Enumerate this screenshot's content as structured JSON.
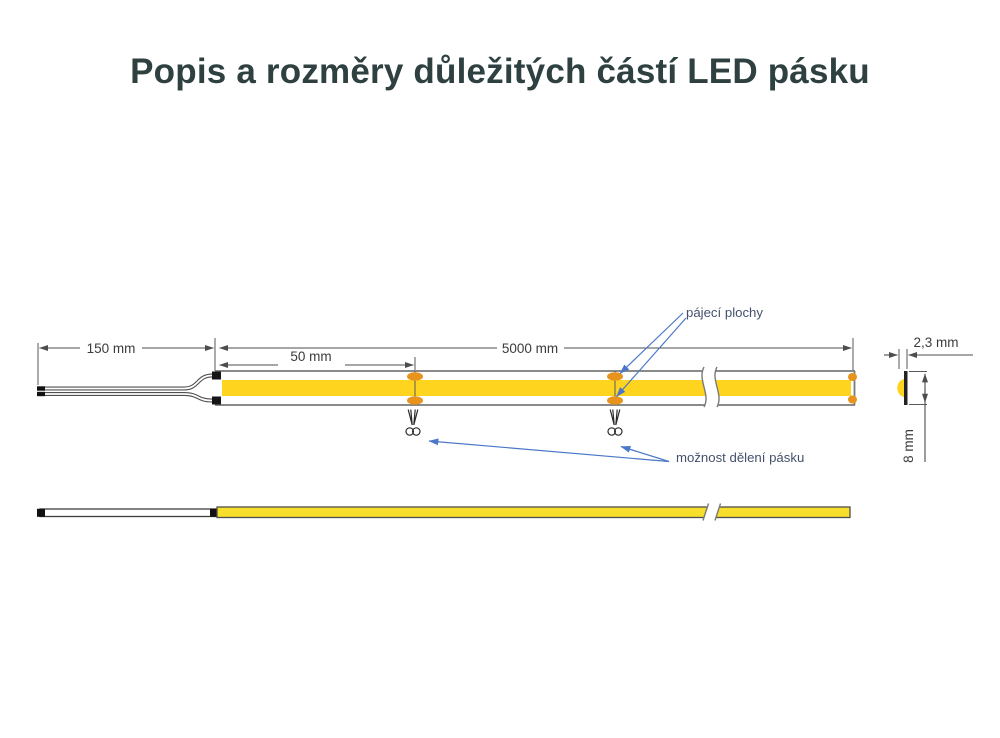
{
  "page": {
    "title": "Popis a rozměry důležitých částí LED pásku"
  },
  "diagram": {
    "dimensions": {
      "cable_length": "150 mm",
      "cut_segment_length": "50 mm",
      "strip_length": "5000 mm",
      "strip_thickness": "2,3 mm",
      "strip_height": "8 mm"
    },
    "annotations": {
      "solder_pads_label": "pájecí plochy",
      "cut_option_label": "možnost dělení pásku"
    },
    "icons": {
      "cut_point": "scissors-icon"
    },
    "colors": {
      "strip_yellow": "#FFD41E",
      "top_view_yellow": "#F6DE2B",
      "pad_orange": "#E8941C",
      "annotation_blue": "#4a77c7",
      "title_color": "#2e4040",
      "drawing_gray": "#4d4d4d"
    }
  }
}
